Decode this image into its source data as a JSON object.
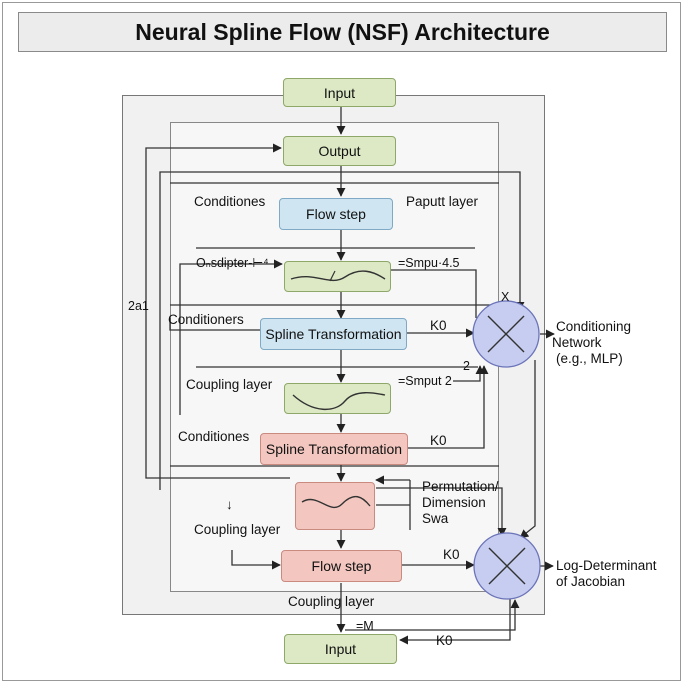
{
  "title": "Neural Spline Flow (NSF) Architecture",
  "nodes": {
    "input_top": "Input",
    "output": "Output",
    "flow_step_1": "Flow step",
    "spline_transformation_1": "Spline Transformation",
    "spline_transformation_2": "Spline Transformation",
    "flow_step_2": "Flow step",
    "input_bottom": "Input"
  },
  "labels": {
    "conditiones_1": "Conditiones",
    "paputt_layer": "Paputt layer",
    "o_sdipter": "Oₙsdipter-⊢⁴",
    "smpu_45": "=Smpu·4.5",
    "left_number": "2a1",
    "conditioners": "Conditioners",
    "k0_1": "K0",
    "x_mark": "X",
    "coupling_layer_1": "Coupling layer",
    "smput_2": "=Smput 2",
    "num_2": "2",
    "conditiones_2": "Conditiones",
    "k0_2": "K0",
    "permutation_1": "Permutation/",
    "permutation_2": "Dimension",
    "permutation_3": "Swa",
    "down_arrow": "↓",
    "coupling_layer_2": "Coupling layer",
    "k0_3": "K0",
    "coupling_layer_3": "Coupling layer",
    "eq_m": "=M",
    "k0_4": "K0",
    "conditioning_network_1": "Conditioning",
    "conditioning_network_2": "Network",
    "conditioning_network_3": "(e.g., MLP)",
    "log_det_1": "Log-Determinant",
    "log_det_2": "of Jacobian"
  },
  "colors": {
    "green_node": "#dce9c4",
    "blue_node": "#cfe6f2",
    "red_node": "#f3c7c0",
    "circle_node": "#c7cdf0"
  }
}
